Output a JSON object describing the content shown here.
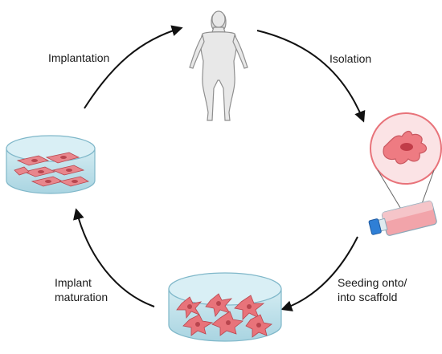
{
  "diagram": {
    "steps": [
      {
        "label": "Implantation"
      },
      {
        "label": "Isolation"
      },
      {
        "label": "Seeding onto/\ninto scaffold"
      },
      {
        "label": "Implant\nmaturation"
      }
    ],
    "colors": {
      "arrow": "#111111",
      "cell": "#e8737a",
      "cell_dark": "#b8454e",
      "scaffold": "#bfe1ea",
      "scaffold_edge": "#7fb7c9",
      "human": "#e6e6e6",
      "human_edge": "#9a9a9a",
      "flask_cap": "#2f7fd6"
    },
    "icons": [
      "human-figure-icon",
      "cell-zoom-icon",
      "culture-flask-icon",
      "seeded-scaffold-icon",
      "matured-implant-icon"
    ]
  }
}
